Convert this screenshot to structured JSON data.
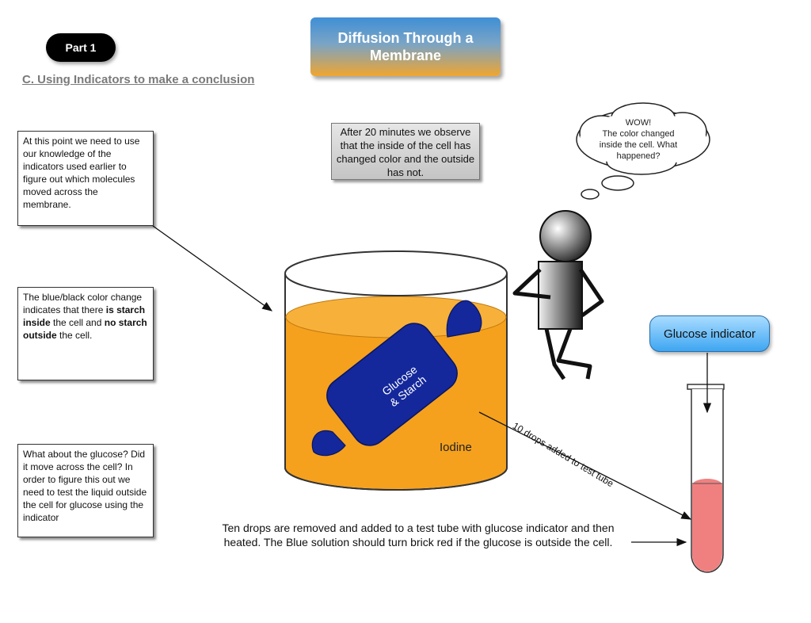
{
  "part_badge": "Part 1",
  "section_heading": "C. Using Indicators to make a conclusion",
  "title": "Diffusion Through a Membrane",
  "notes": {
    "knowledge": "At this point we need to use our knowledge of the indicators used earlier to figure out which molecules moved across the membrane.",
    "starch_pre": "The blue/black color change indicates that there ",
    "starch_bold1": "is starch inside",
    "starch_mid": " the cell and ",
    "starch_bold2": "no starch outside",
    "starch_post": " the cell.",
    "glucose": "What about the glucose? Did it move across the cell? In order to figure this out we need to test the liquid outside the cell for glucose using the indicator"
  },
  "observation": "After 20 minutes we observe that the inside of the cell has changed color and the outside has not.",
  "thought": {
    "line1": "WOW!",
    "line2": "The color changed inside the cell. What happened?"
  },
  "beaker": {
    "cell_line1": "Glucose",
    "cell_line2": "& Starch",
    "liquid_label": "Iodine"
  },
  "drops_label": "10 drops added to test tube",
  "indicator_label": "Glucose indicator",
  "bottom_text": "Ten drops are removed and added to a test tube with glucose indicator and then heated. The Blue solution should turn brick red if the glucose is outside the cell.",
  "colors": {
    "iodine": "#f5a11e",
    "cell": "#14289b",
    "tube_liquid": "#f08080",
    "indicator": "#3ea6f2"
  }
}
